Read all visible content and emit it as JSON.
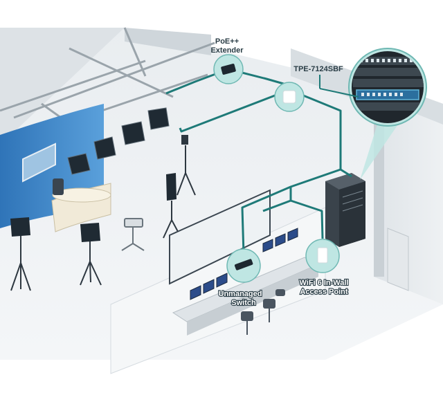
{
  "labels": {
    "extender_line1": "PoE++",
    "extender_line2": "Extender",
    "rack_model": "TPE-7124SBF",
    "switch_line1": "Unmanaged",
    "switch_line2": "Switch",
    "ap_line1": "WiFi 6 In-Wall",
    "ap_line2": "Access Point"
  },
  "icons": {
    "extender": "poe-extender-icon",
    "ceiling_ap": "ceiling-access-point-icon",
    "switch": "network-switch-icon",
    "wall_ap": "wall-access-point-icon",
    "rack": "server-rack-icon"
  },
  "colors": {
    "cable": "#1e7a78",
    "bubble": "#bfe6e3",
    "bubble_border": "#6fb8b3",
    "backdrop": "#3f86c8"
  }
}
